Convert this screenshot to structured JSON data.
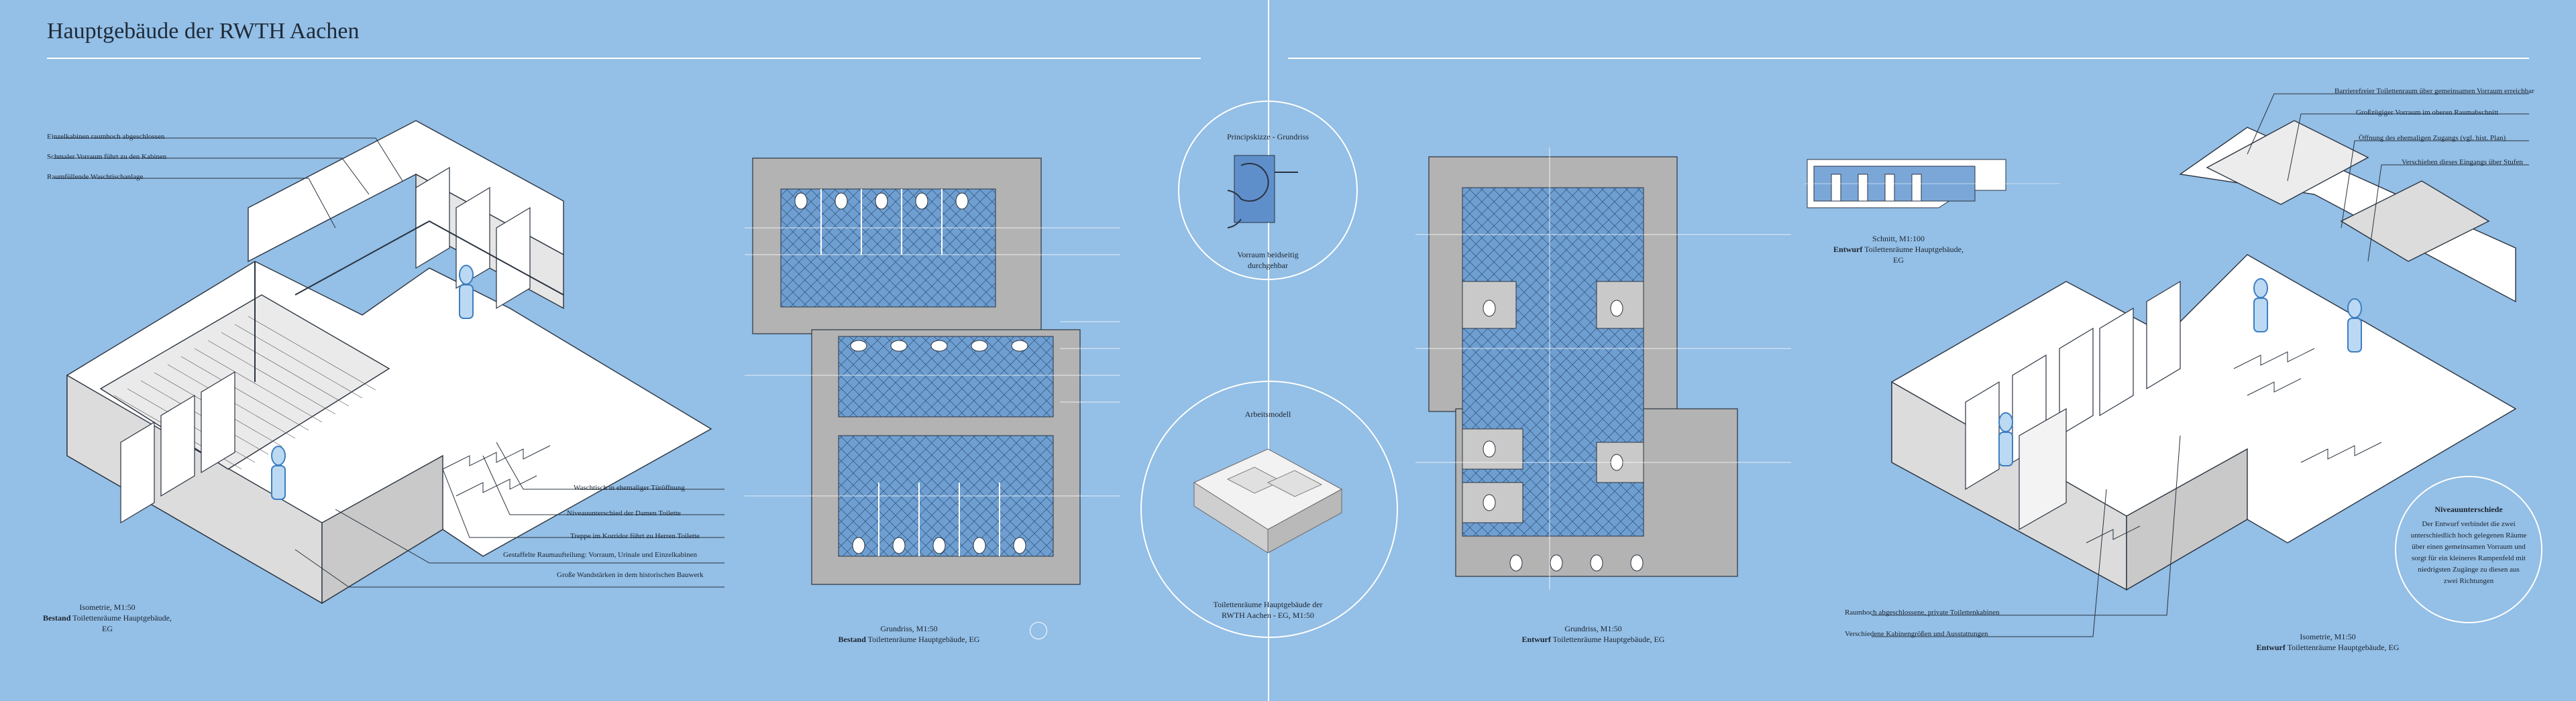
{
  "header": {
    "title": "Hauptgebäude der RWTH Aachen"
  },
  "bestand_iso": {
    "labels_top": [
      "Einzelkabinen raumhoch abgeschlossen",
      "Schmaler Vorraum führt zu den Kabinen",
      "Raumfüllende Waschtischanlage"
    ],
    "labels_bottom": [
      "Waschtisch in ehemaliger Türöffnung",
      "Niveauunterschied der Damen Toilette",
      "Treppe im Korridor führt zu Herren Toilette",
      "Gestaffelte Raumaufteilung: Vorraum, Urinale und Einzelkabinen",
      "Große Wandstärken in dem historischen Bauwerk"
    ],
    "caption_line1": "Isometrie,   M1:50",
    "caption_bold": "Bestand",
    "caption_rest": " Toilettenräume Hauptgebäude, EG"
  },
  "bestand_plan": {
    "caption_line1": "Grundriss,   M1:50",
    "caption_bold": "Bestand",
    "caption_rest": " Toilettenräume Hauptgebäude, EG"
  },
  "prinzip": {
    "title": "Principskizze - Grundriss",
    "text_line1": "Vorraum beidseitig",
    "text_line2": "durchgehbar"
  },
  "modell": {
    "title": "Arbeitsmodell",
    "caption_line1": "Toilettenräume Hauptgebäude der",
    "caption_line2": "RWTH Aachen - EG,   M1:50"
  },
  "entwurf_plan": {
    "caption_line1": "Grundriss,   M1:50",
    "caption_bold": "Entwurf",
    "caption_rest": " Toilettenräume Hauptgebäude, EG"
  },
  "schnitt": {
    "caption_line1": "Schnitt,   M1:100",
    "caption_bold": "Entwurf",
    "caption_rest": " Toilettenräume Hauptgebäude, EG"
  },
  "entwurf_iso": {
    "labels_top": [
      "Barrierefreier Toilettenraum über gemeinsamen Vorraum erreichbar",
      "Großzügiger Vorraum im oberen Raumabschnitt",
      "Öffnung des ehemaligen Zugangs (vgl. hist. Plan)",
      "Verschieben dieses Eingangs über Stufen"
    ],
    "labels_bottom": [
      "Raumhoch abgeschlossene, private Toilettenkabinen",
      "Verschiedene Kabinengrößen und Ausstattungen"
    ],
    "caption_line1": "Isometrie,   M1:50",
    "caption_bold": "Entwurf",
    "caption_rest": " Toilettenräume Hauptgebäude, EG"
  },
  "niveau": {
    "title": "Niveauunterschiede",
    "lines": [
      "Der Entwurf verbindet die zwei",
      "unterschiedlich hoch gelegenen Räume",
      "über einen gemeinsamen Vorraum und",
      "sorgt für ein kleineres Rampenfeld mit",
      "niedrigsten Zugänge zu diesen aus",
      "zwei Richtungen"
    ]
  },
  "colors": {
    "background": "#94bfe6",
    "lines": "#ffffff",
    "plan_wall": "#b8b8b8",
    "plan_fill": "#6f9fd1"
  }
}
